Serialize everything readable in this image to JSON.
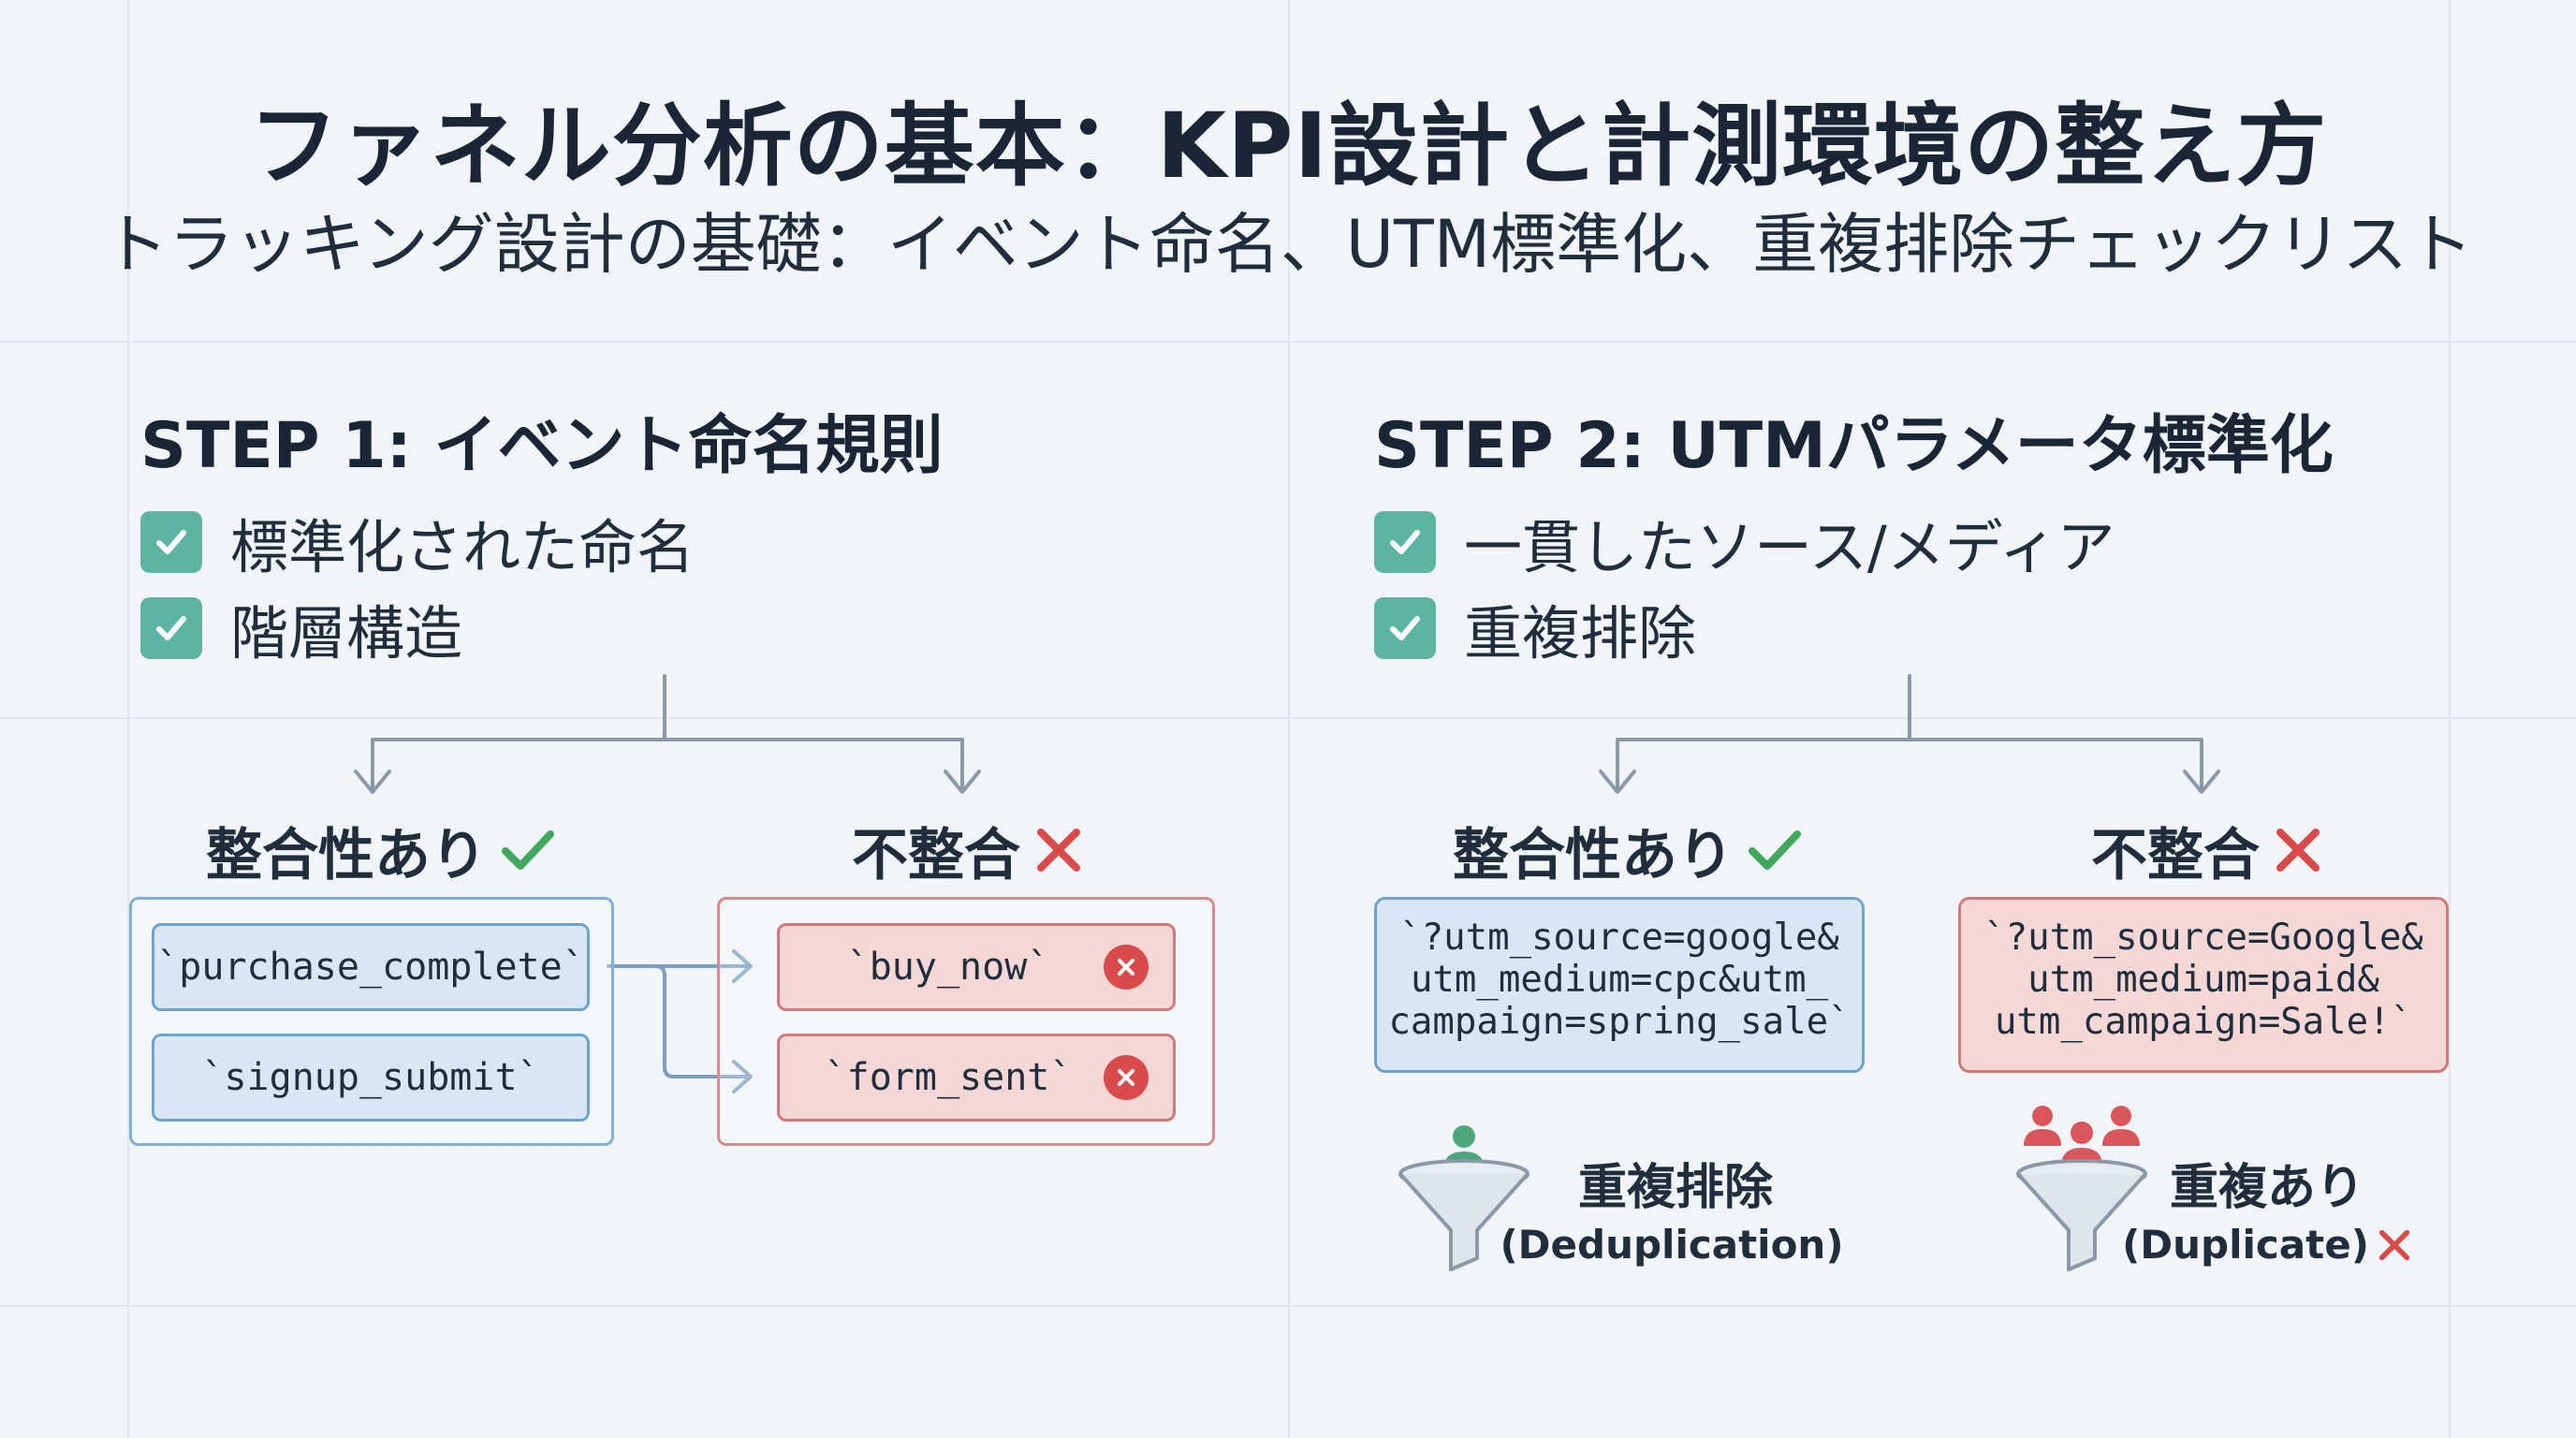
{
  "title": "ファネル分析の基本：KPI設計と計測環境の整え方",
  "subtitle": "トラッキング設計の基礎：イベント命名、UTM標準化、重複排除チェックリスト",
  "colors": {
    "accent_teal": "#5bb5a2",
    "good_blue": "#6fa2cf",
    "bad_red": "#d27878",
    "check_green": "#3fa85c",
    "cross_red": "#d94a4a"
  },
  "step1": {
    "heading": "STEP 1: イベント命名規則",
    "checklist": [
      "標準化された命名",
      "階層構造"
    ],
    "good": {
      "label": "整合性あり",
      "icon": "check-icon",
      "items": [
        "`purchase_complete`",
        "`signup_submit`"
      ]
    },
    "bad": {
      "label": "不整合",
      "icon": "cross-icon",
      "items": [
        "`buy_now`",
        "`form_sent`"
      ]
    }
  },
  "step2": {
    "heading": "STEP 2: UTMパラメータ標準化",
    "checklist": [
      "一貫したソース/メディア",
      "重複排除"
    ],
    "good": {
      "label": "整合性あり",
      "icon": "check-icon",
      "utm_lines": [
        "`?utm_source=google&",
        "utm_medium=cpc&utm_",
        "campaign=spring_sale`"
      ],
      "funnel_main": "重複排除",
      "funnel_sub": "(Deduplication)"
    },
    "bad": {
      "label": "不整合",
      "icon": "cross-icon",
      "utm_lines": [
        "`?utm_source=Google&",
        "utm_medium=paid&",
        "utm_campaign=Sale!`"
      ],
      "funnel_main": "重複あり",
      "funnel_sub": "(Duplicate)"
    }
  }
}
